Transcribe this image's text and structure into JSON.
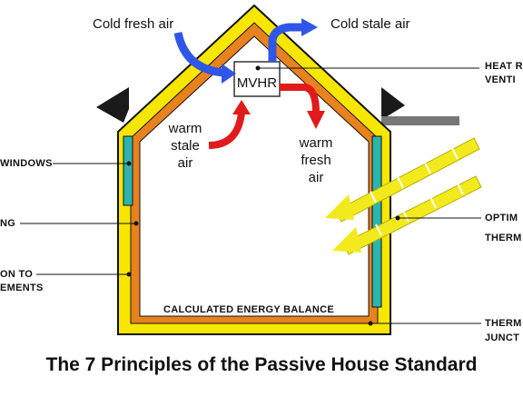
{
  "diagram": {
    "title": "The 7 Principles of the Passive House Standard",
    "unit_label": "MVHR",
    "airflows": {
      "cold_fresh": "Cold fresh air",
      "cold_stale": "Cold stale air",
      "warm_stale": [
        "warm",
        "stale",
        "air"
      ],
      "warm_fresh": [
        "warm",
        "fresh",
        "air"
      ]
    },
    "interior_text": "CALCULATED ENERGY BALANCE",
    "left_labels": [
      "WINDOWS",
      "NG",
      "ON TO",
      "EMENTS"
    ],
    "right_labels": [
      "HEAT R",
      "VENTI",
      "OPTIM",
      "THERM",
      "THERM",
      "JUNCT"
    ],
    "colors": {
      "insulation": "#f6e600",
      "outline": "#111111",
      "inner_layer": "#e8821e",
      "window_glass": "#2bb5b0",
      "cold_air": "#2f56e6",
      "warm_air": "#e11b1b",
      "sun_rays": "#f3ea1d",
      "roof_shadow": "#1a1a1a"
    }
  }
}
